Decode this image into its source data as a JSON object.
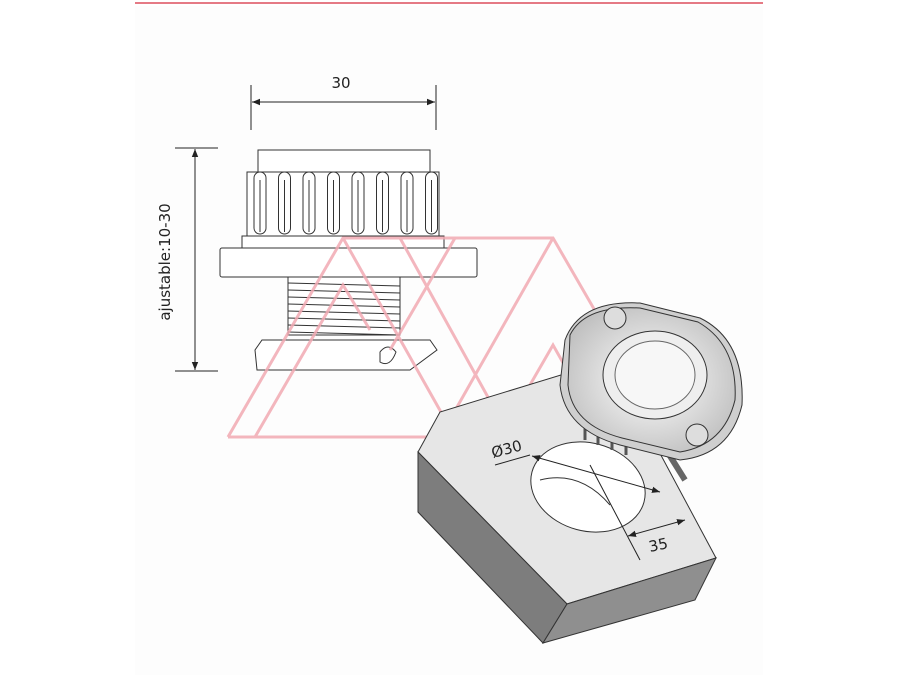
{
  "drawing": {
    "width_dimension": "30",
    "height_dimension": "ajustable:10-30",
    "hole_diameter": "Ø30",
    "edge_distance": "35"
  },
  "colors": {
    "accent_line": "#e57a85",
    "watermark": "#f2aab3",
    "block_top": "#e6e6e6",
    "block_side": "#7d7d7d"
  }
}
